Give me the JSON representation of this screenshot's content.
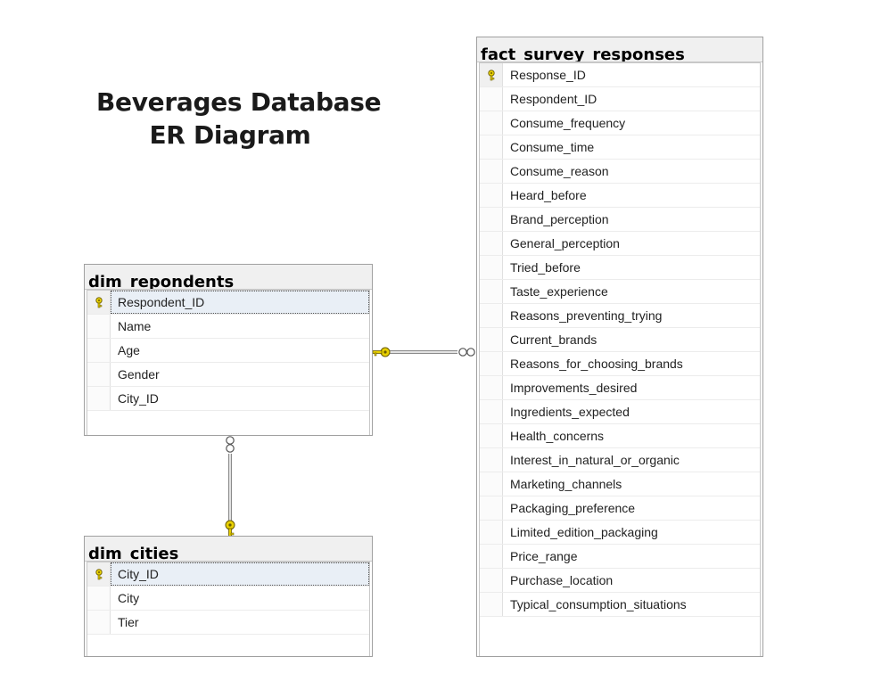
{
  "diagram": {
    "title_line1": "Beverages Database",
    "title_line2": "ER Diagram"
  },
  "tables": {
    "fact": {
      "name": "fact_survey_responses",
      "columns": [
        {
          "label": "Response_ID",
          "key": true
        },
        {
          "label": "Respondent_ID"
        },
        {
          "label": "Consume_frequency"
        },
        {
          "label": "Consume_time"
        },
        {
          "label": "Consume_reason"
        },
        {
          "label": "Heard_before"
        },
        {
          "label": "Brand_perception"
        },
        {
          "label": "General_perception"
        },
        {
          "label": "Tried_before"
        },
        {
          "label": "Taste_experience"
        },
        {
          "label": "Reasons_preventing_trying"
        },
        {
          "label": "Current_brands"
        },
        {
          "label": "Reasons_for_choosing_brands"
        },
        {
          "label": "Improvements_desired"
        },
        {
          "label": "Ingredients_expected"
        },
        {
          "label": "Health_concerns"
        },
        {
          "label": "Interest_in_natural_or_organic"
        },
        {
          "label": "Marketing_channels"
        },
        {
          "label": "Packaging_preference"
        },
        {
          "label": "Limited_edition_packaging"
        },
        {
          "label": "Price_range"
        },
        {
          "label": "Purchase_location"
        },
        {
          "label": "Typical_consumption_situations"
        }
      ]
    },
    "respondents": {
      "name": "dim_repondents",
      "columns": [
        {
          "label": "Respondent_ID",
          "key": true,
          "selected": true
        },
        {
          "label": "Name"
        },
        {
          "label": "Age"
        },
        {
          "label": "Gender"
        },
        {
          "label": "City_ID"
        }
      ]
    },
    "cities": {
      "name": "dim_cities",
      "columns": [
        {
          "label": "City_ID",
          "key": true,
          "selected": true
        },
        {
          "label": "City"
        },
        {
          "label": "Tier"
        }
      ]
    }
  },
  "relationships": [
    {
      "from": "dim_repondents",
      "to": "fact_survey_responses",
      "one_end": "dim_repondents",
      "many_end": "fact_survey_responses"
    },
    {
      "from": "dim_cities",
      "to": "dim_repondents",
      "one_end": "dim_cities",
      "many_end": "dim_repondents"
    }
  ],
  "colors": {
    "key_icon": "#e8d000",
    "connector": "#8a8a8a",
    "header_bg": "#f0f0f0",
    "selected_bg": "#e9eff6"
  }
}
